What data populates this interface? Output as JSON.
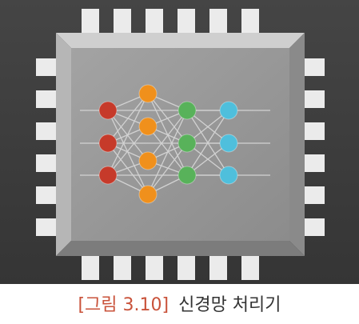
{
  "figure": {
    "label": "[그림 3.10]",
    "title": "신경망 처리기",
    "neural_network": {
      "layers": [
        {
          "nodes": 3,
          "color": "#c63a2a"
        },
        {
          "nodes": 4,
          "color": "#f0901c"
        },
        {
          "nodes": 3,
          "color": "#58b25a"
        },
        {
          "nodes": 3,
          "color": "#4fbfdc"
        }
      ]
    }
  },
  "colors": {
    "background": "#3d3d3d",
    "chip_face": "#999999",
    "chip_bevel": "#c2c2c2",
    "pins": "#ebebeb",
    "connections": "#d2d2d2",
    "caption_label": "#c9523a",
    "caption_title": "#333333"
  },
  "icons": [
    "chip-icon",
    "neural-network-icon"
  ]
}
